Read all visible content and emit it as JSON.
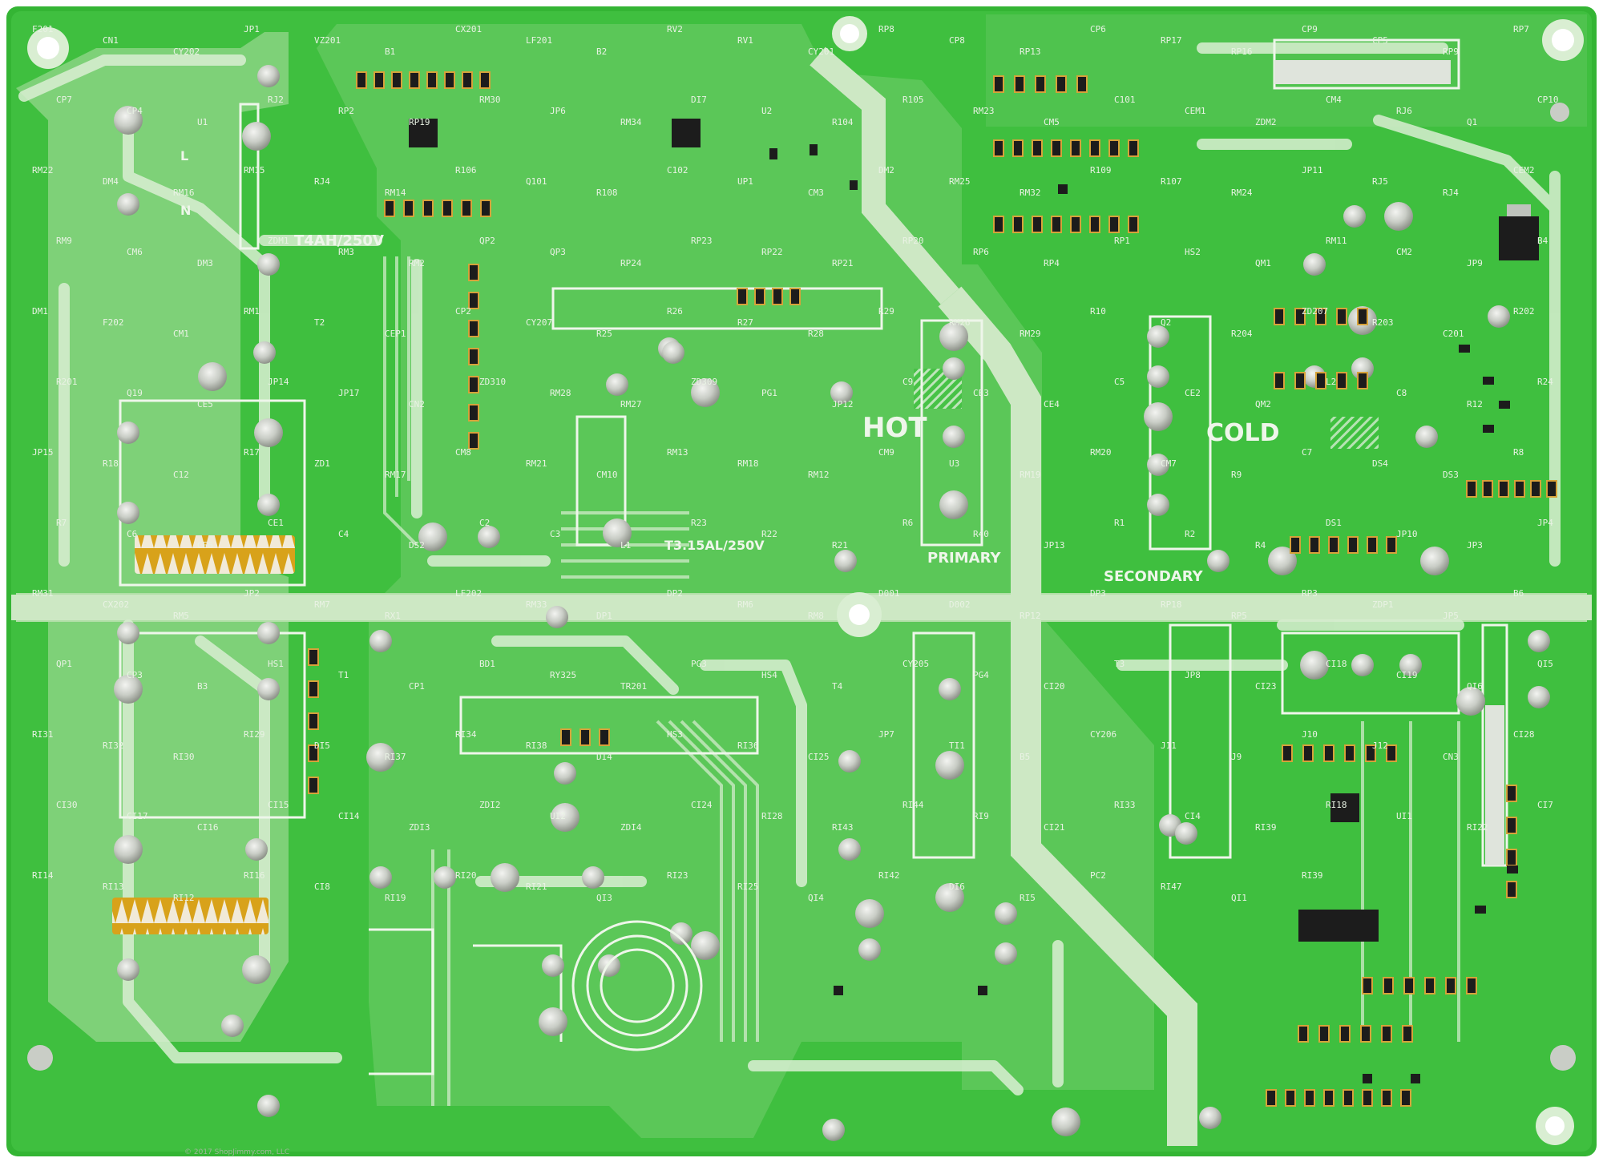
{
  "board": {
    "colors": {
      "background": "#ffffff",
      "solder_mask": "#3fbf3f",
      "solder_mask_dark": "#2fa82f",
      "copper_pour": "#bfe3b4",
      "pad_metal": "#c9cdc6",
      "ic_body": "#1c1c1c",
      "silkscreen": "#eef6ea",
      "yellow_tape": "#d8a21a"
    },
    "labels": {
      "hot": "HOT",
      "cold": "COLD",
      "primary_left": "PRIMARY",
      "secondary": "SECONDARY",
      "fuse_main": "T4AH/250V",
      "fuse_second": "T3.15AL/250V",
      "line": "L",
      "neutral": "N",
      "copyright": "© 2017 ShopJimmy.com, LLC"
    },
    "refs": [
      "F201",
      "CN1",
      "CY202",
      "JP1",
      "VZ201",
      "B1",
      "CX201",
      "LF201",
      "B2",
      "RV2",
      "RV1",
      "CY201",
      "RP8",
      "CP8",
      "RP13",
      "CP6",
      "RP17",
      "RP16",
      "CP9",
      "CP5",
      "RP9",
      "RP7",
      "CP7",
      "CP4",
      "U1",
      "RJ2",
      "RP2",
      "RP19",
      "RM30",
      "JP6",
      "RM34",
      "DI7",
      "U2",
      "R104",
      "R105",
      "RM23",
      "CM5",
      "C101",
      "CEM1",
      "ZDM2",
      "CM4",
      "RJ6",
      "Q1",
      "CP10",
      "RM22",
      "DM4",
      "RM16",
      "RM15",
      "RJ4",
      "RM14",
      "R106",
      "Q101",
      "R108",
      "C102",
      "UP1",
      "CM3",
      "DM2",
      "RM25",
      "RM32",
      "R109",
      "R107",
      "RM24",
      "JP11",
      "RJ5",
      "RJ4",
      "CEM2",
      "RM9",
      "CM6",
      "DM3",
      "ZDM1",
      "RM3",
      "RM2",
      "QP2",
      "QP3",
      "RP24",
      "RP23",
      "RP22",
      "RP21",
      "RP20",
      "RP6",
      "RP4",
      "RP1",
      "HS2",
      "QM1",
      "RM11",
      "CM2",
      "JP9",
      "B4",
      "DM1",
      "F202",
      "CM1",
      "RM1",
      "T2",
      "CEP1",
      "CP2",
      "CY207",
      "R25",
      "R26",
      "R27",
      "R28",
      "R29",
      "RM26",
      "RM29",
      "R10",
      "Q2",
      "R204",
      "ZD207",
      "R203",
      "C201",
      "R202",
      "R201",
      "Q19",
      "CE5",
      "JP14",
      "JP17",
      "CN2",
      "ZD310",
      "RM28",
      "RM27",
      "ZD309",
      "PG1",
      "JP12",
      "C9",
      "CE3",
      "CE4",
      "C5",
      "CE2",
      "QM2",
      "L2",
      "C8",
      "R12",
      "R24",
      "JP15",
      "R18",
      "C12",
      "R17",
      "ZD1",
      "RM17",
      "CM8",
      "RM21",
      "CM10",
      "RM13",
      "RM18",
      "RM12",
      "CM9",
      "U3",
      "RM19",
      "RM20",
      "CM7",
      "R9",
      "C7",
      "DS4",
      "DS3",
      "R8",
      "R7",
      "C6",
      "CE6",
      "CE1",
      "C4",
      "DS2",
      "C2",
      "C3",
      "L1",
      "R23",
      "R22",
      "R21",
      "R6",
      "R40",
      "JP13",
      "R1",
      "R2",
      "R4",
      "DS1",
      "JP10",
      "JP3",
      "JP4",
      "RM31",
      "CX202",
      "RM5",
      "JP2",
      "RM7",
      "RX1",
      "LF202",
      "RM33",
      "DP1",
      "DP2",
      "RM6",
      "RM8",
      "D001",
      "D002",
      "RP12",
      "DP3",
      "RP18",
      "RP5",
      "RP3",
      "ZDP1",
      "JP5",
      "B6",
      "QP1",
      "CP3",
      "B3",
      "HS1",
      "T1",
      "CP1",
      "BD1",
      "RY325",
      "TR201",
      "PG3",
      "HS4",
      "T4",
      "CY205",
      "PG4",
      "CI20",
      "T3",
      "JP8",
      "CI23",
      "CI18",
      "CI19",
      "QI6",
      "QI5",
      "RI31",
      "RI32",
      "RI30",
      "RI29",
      "DI5",
      "RI37",
      "RI34",
      "RI38",
      "DI4",
      "HS3",
      "RI36",
      "CI25",
      "JP7",
      "TI1",
      "B5",
      "CY206",
      "J11",
      "J9",
      "J10",
      "J12",
      "CN3",
      "CI28",
      "CI30",
      "CI17",
      "CI16",
      "CI15",
      "CI14",
      "ZDI3",
      "ZDI2",
      "UI2",
      "ZDI4",
      "CI24",
      "RI28",
      "RI43",
      "RI44",
      "RI9",
      "CI21",
      "RI33",
      "CI4",
      "RI39",
      "RI18",
      "UI1",
      "RI22",
      "CI7",
      "RI14",
      "RI13",
      "RI12",
      "RI16",
      "CI8",
      "RI19",
      "RI20",
      "RI21",
      "QI3",
      "RI23",
      "RI25",
      "QI4",
      "RI42",
      "DI6",
      "RI5",
      "PC2",
      "RI47",
      "QI1",
      "RI39"
    ]
  }
}
